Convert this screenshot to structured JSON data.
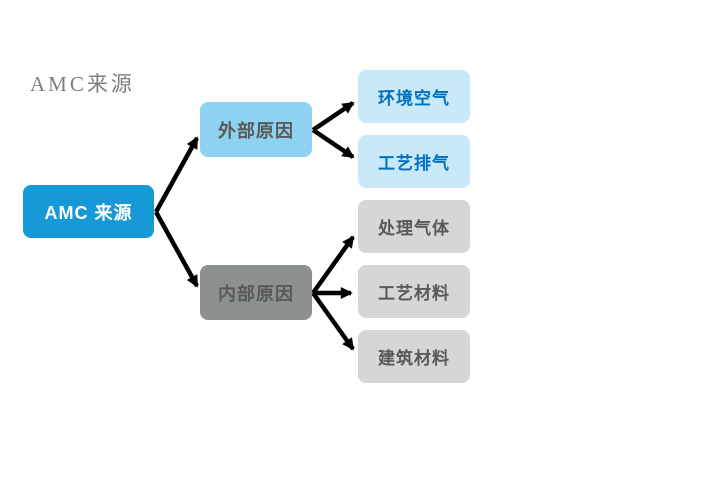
{
  "page": {
    "background": "#ffffff",
    "title": "AMC来源",
    "title_color": "#7f7f7f"
  },
  "diagram": {
    "arrow_color": "#000000",
    "root": {
      "label": "AMC 来源",
      "bg": "#1699d6",
      "text_color": "#ffffff"
    },
    "branches": [
      {
        "label": "外部原因",
        "bg": "#8dd2f0",
        "text_color": "#595959",
        "children": [
          {
            "label": "环境空气",
            "bg": "#c9e8f8",
            "text_color": "#0070c0"
          },
          {
            "label": "工艺排气",
            "bg": "#c9e8f8",
            "text_color": "#0070c0"
          }
        ]
      },
      {
        "label": "内部原因",
        "bg": "#8c9091",
        "text_color": "#595959",
        "children": [
          {
            "label": "处理气体",
            "bg": "#d4d6d8",
            "text_color": "#595959"
          },
          {
            "label": "工艺材料",
            "bg": "#d4d6d8",
            "text_color": "#595959"
          },
          {
            "label": "建筑材料",
            "bg": "#d4d6d8",
            "text_color": "#595959"
          }
        ]
      }
    ]
  }
}
